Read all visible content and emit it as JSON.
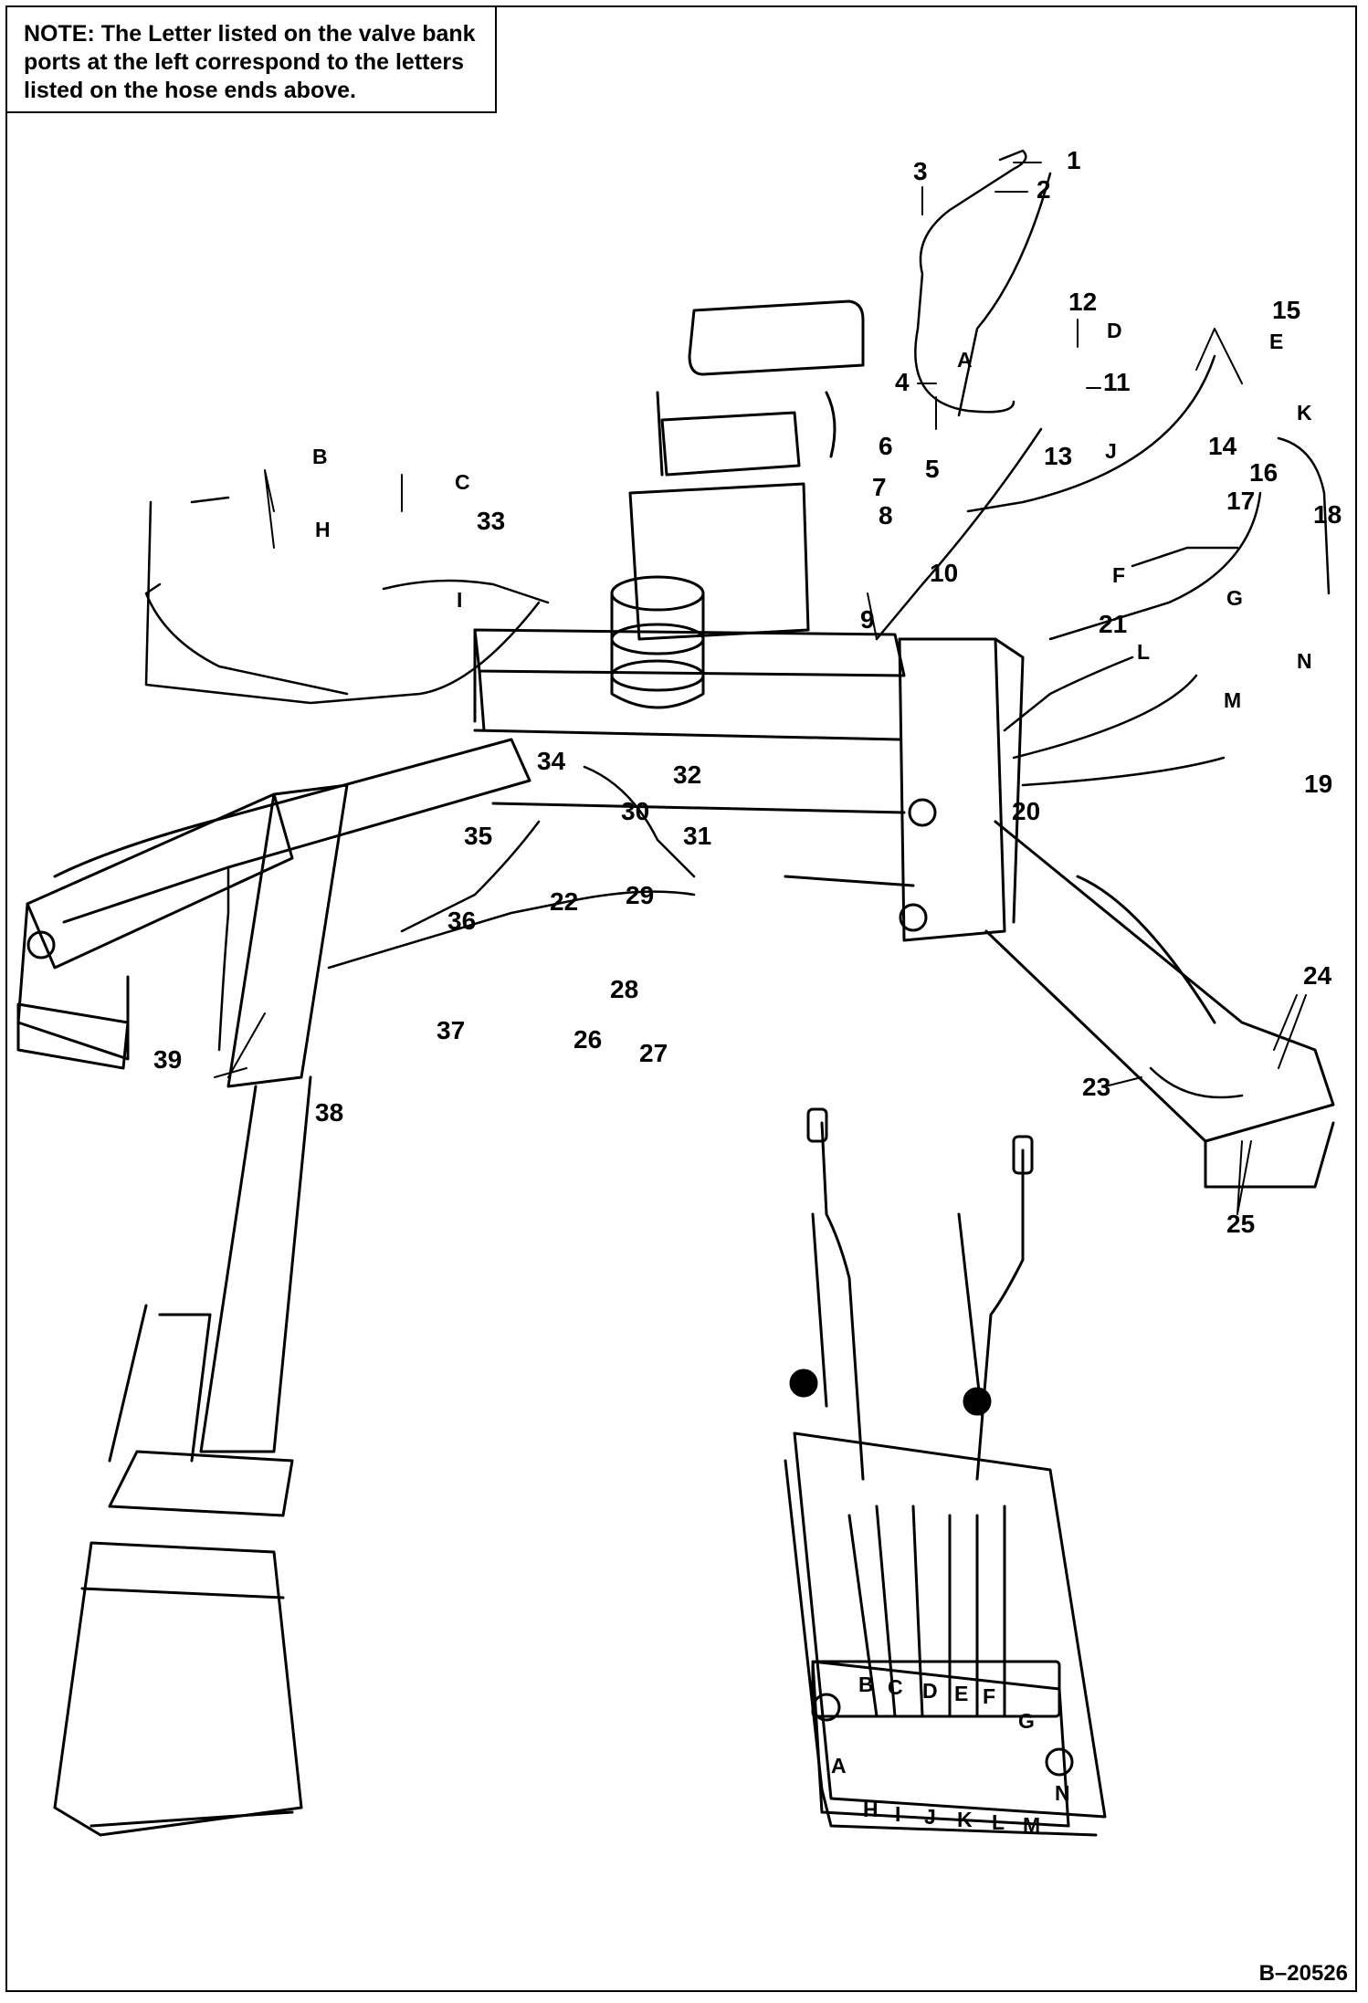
{
  "note": {
    "label": "NOTE:",
    "text": "The Letter listed on the valve bank ports at the left correspond to the letters listed on the hose ends above."
  },
  "figure_id": "B–20526",
  "callouts": [
    "1",
    "2",
    "3",
    "4",
    "5",
    "6",
    "7",
    "8",
    "9",
    "10",
    "11",
    "12",
    "13",
    "14",
    "15",
    "16",
    "17",
    "18",
    "19",
    "20",
    "21",
    "22",
    "23",
    "24",
    "25",
    "26",
    "27",
    "28",
    "29",
    "30",
    "31",
    "32",
    "33",
    "34",
    "35",
    "36",
    "37",
    "38",
    "39"
  ],
  "hose_letters": [
    "A",
    "B",
    "C",
    "D",
    "E",
    "F",
    "G",
    "H",
    "I",
    "J",
    "K",
    "L",
    "M",
    "N"
  ],
  "valve_bank_top": [
    "B",
    "C",
    "D",
    "E",
    "F",
    "G"
  ],
  "valve_bank_bottom": [
    "H",
    "I",
    "J",
    "K",
    "L",
    "M"
  ],
  "valve_bank_side": [
    "A",
    "N"
  ]
}
